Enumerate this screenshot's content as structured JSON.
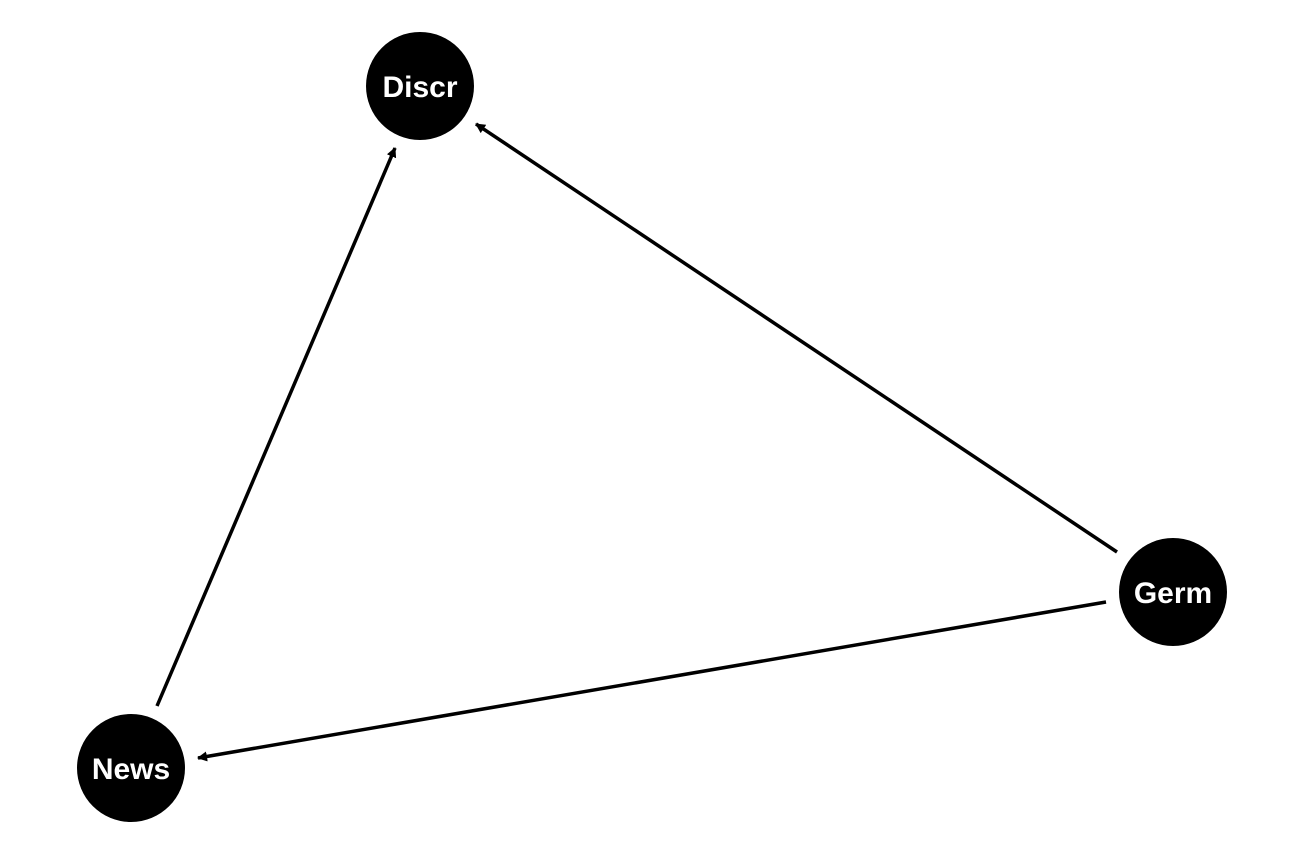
{
  "colors": {
    "background": "#ffffff",
    "node_fill": "#000000",
    "node_text": "#ffffff",
    "edge": "#000000"
  },
  "nodes": [
    {
      "id": "discr",
      "label": "Discr"
    },
    {
      "id": "germ",
      "label": "Germ"
    },
    {
      "id": "news",
      "label": "News"
    }
  ],
  "edges": [
    {
      "from": "germ",
      "to": "discr"
    },
    {
      "from": "news",
      "to": "discr"
    },
    {
      "from": "germ",
      "to": "news"
    }
  ]
}
